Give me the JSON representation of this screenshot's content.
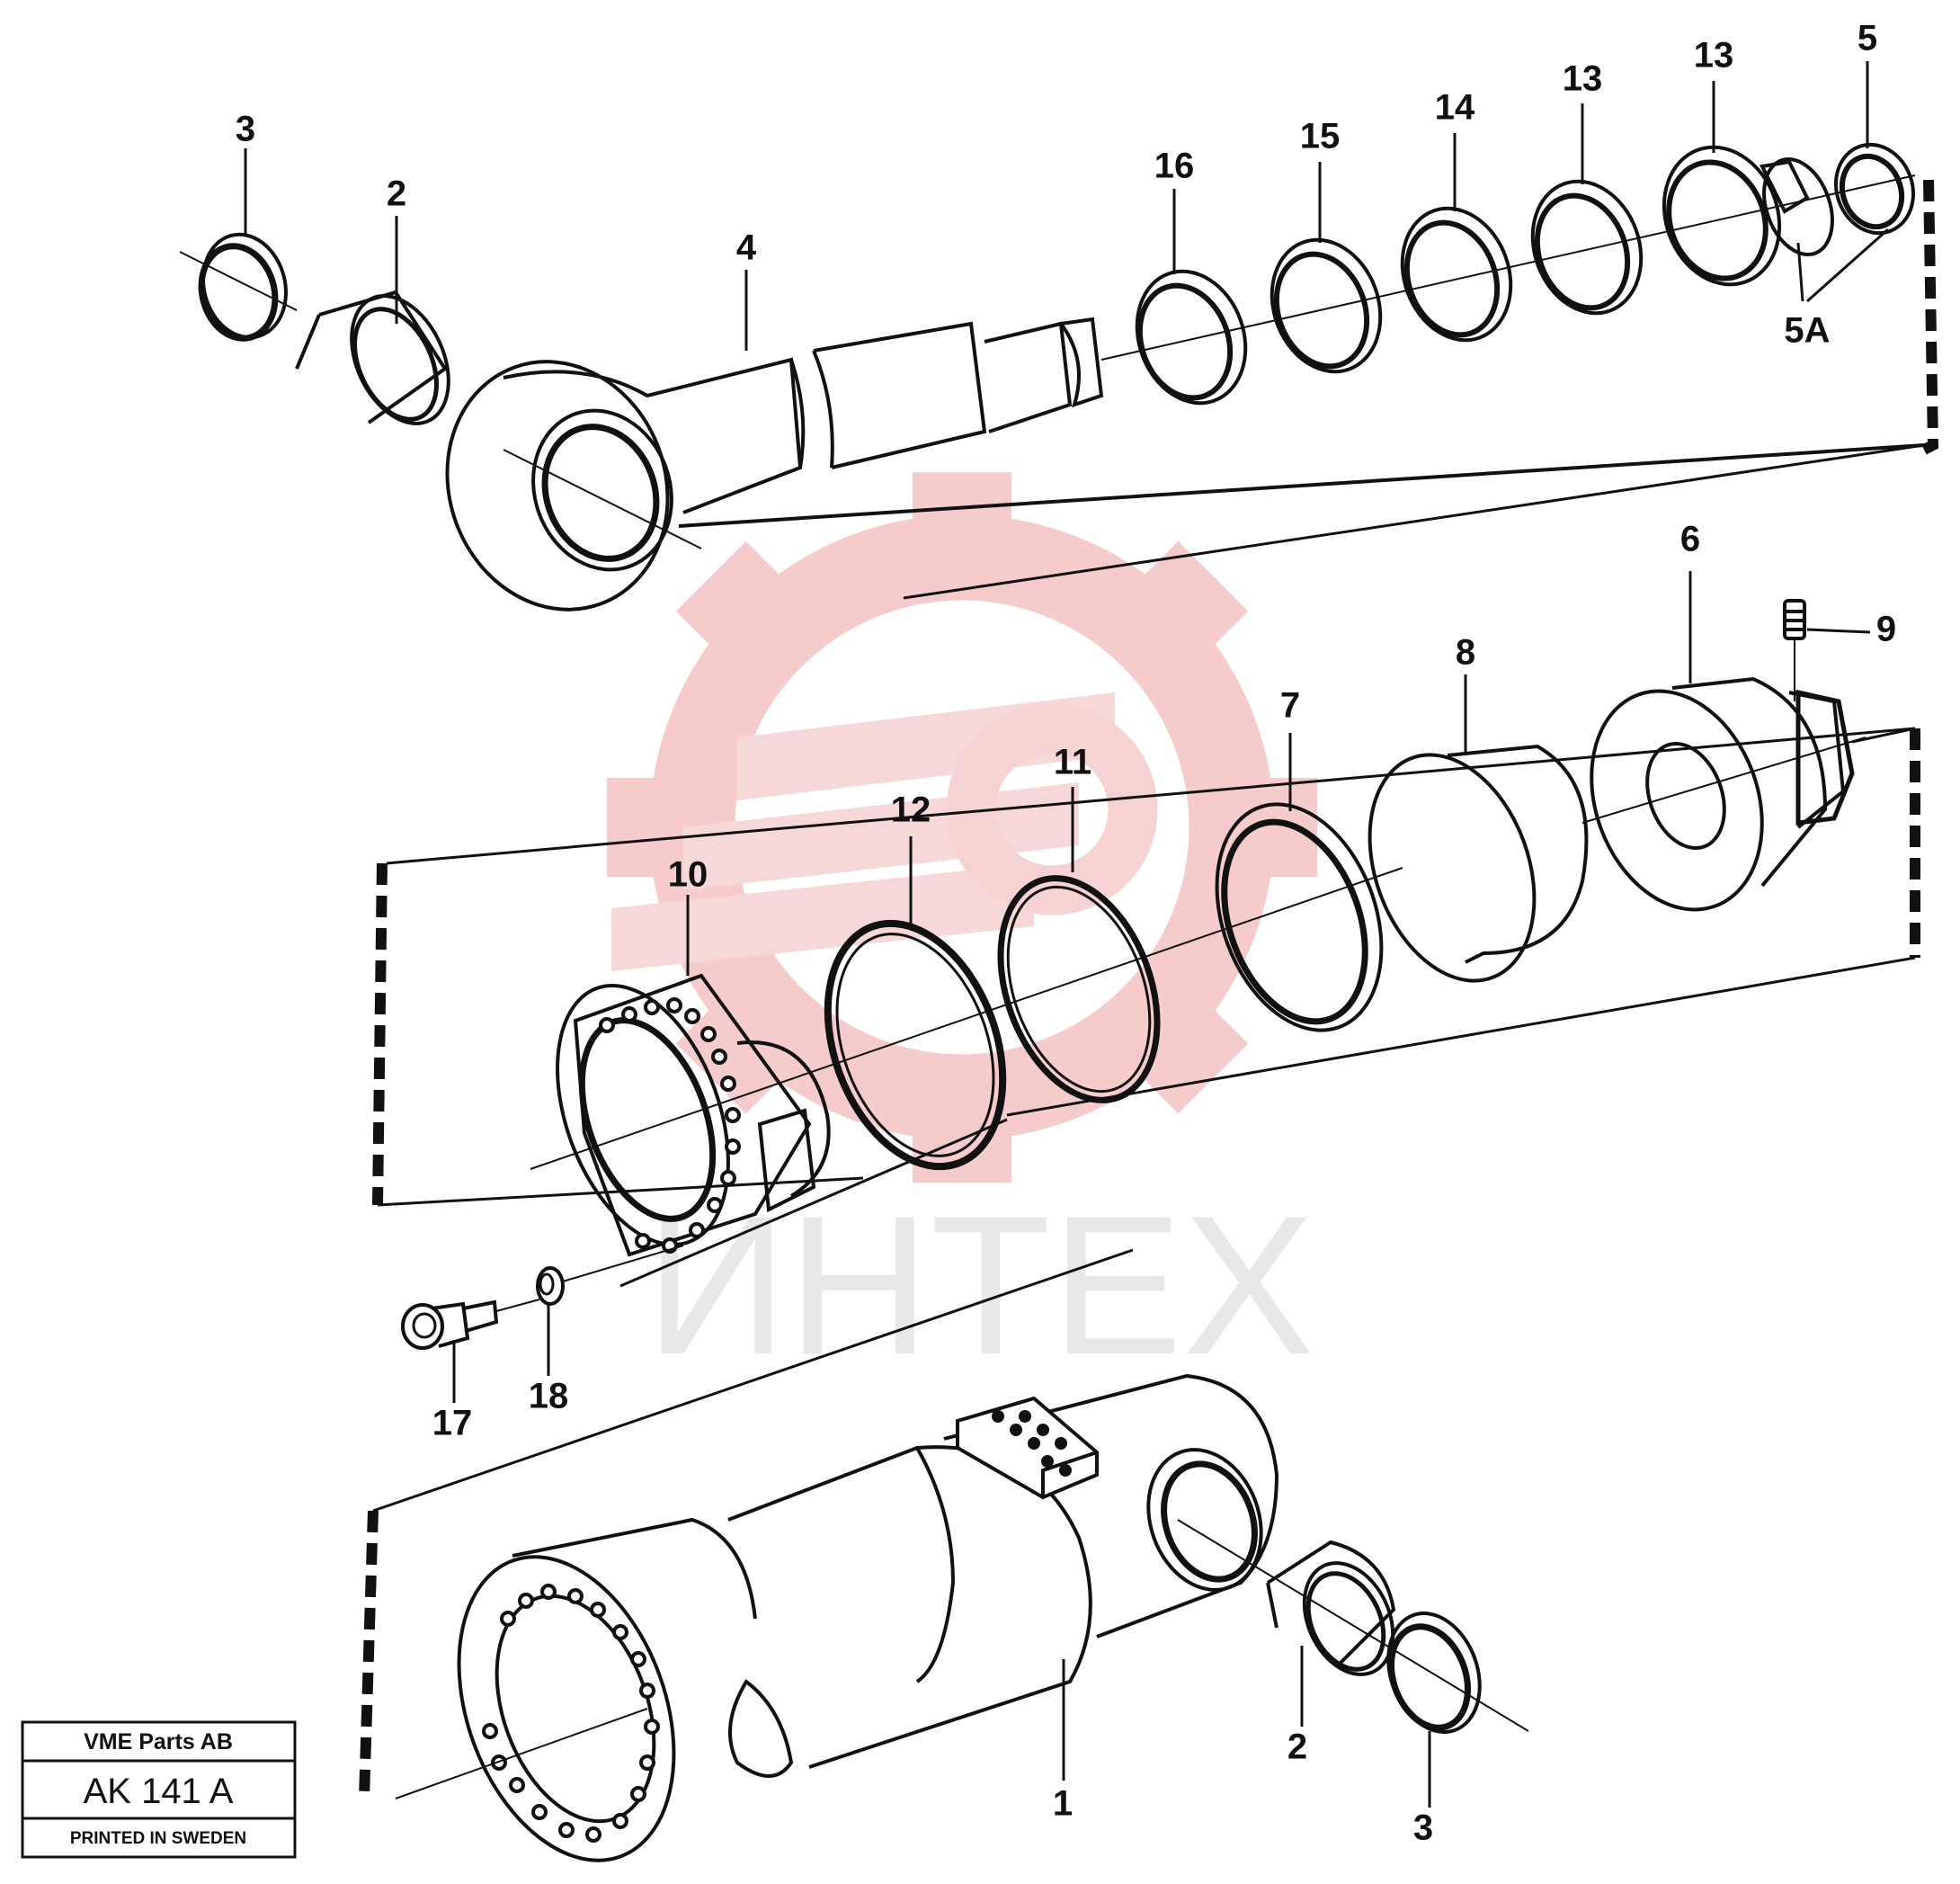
{
  "diagram": {
    "labels": [
      {
        "id": "3-top",
        "text": "3"
      },
      {
        "id": "2-top",
        "text": "2"
      },
      {
        "id": "4",
        "text": "4"
      },
      {
        "id": "16",
        "text": "16"
      },
      {
        "id": "15",
        "text": "15"
      },
      {
        "id": "14",
        "text": "14"
      },
      {
        "id": "13a",
        "text": "13"
      },
      {
        "id": "13b",
        "text": "13"
      },
      {
        "id": "5",
        "text": "5"
      },
      {
        "id": "5A",
        "text": "5A"
      },
      {
        "id": "6",
        "text": "6"
      },
      {
        "id": "9",
        "text": "9"
      },
      {
        "id": "8",
        "text": "8"
      },
      {
        "id": "7",
        "text": "7"
      },
      {
        "id": "11",
        "text": "11"
      },
      {
        "id": "12",
        "text": "12"
      },
      {
        "id": "10",
        "text": "10"
      },
      {
        "id": "17",
        "text": "17"
      },
      {
        "id": "18",
        "text": "18"
      },
      {
        "id": "1",
        "text": "1"
      },
      {
        "id": "2-bottom",
        "text": "2"
      },
      {
        "id": "3-bottom",
        "text": "3"
      }
    ],
    "watermark_text": "ИНТЕХ",
    "watermark_color": "#f6c9c9",
    "line_color": "#111111"
  },
  "stamp": {
    "company": "VME Parts AB",
    "code": "AK 141  A",
    "printed": "PRINTED IN SWEDEN"
  }
}
